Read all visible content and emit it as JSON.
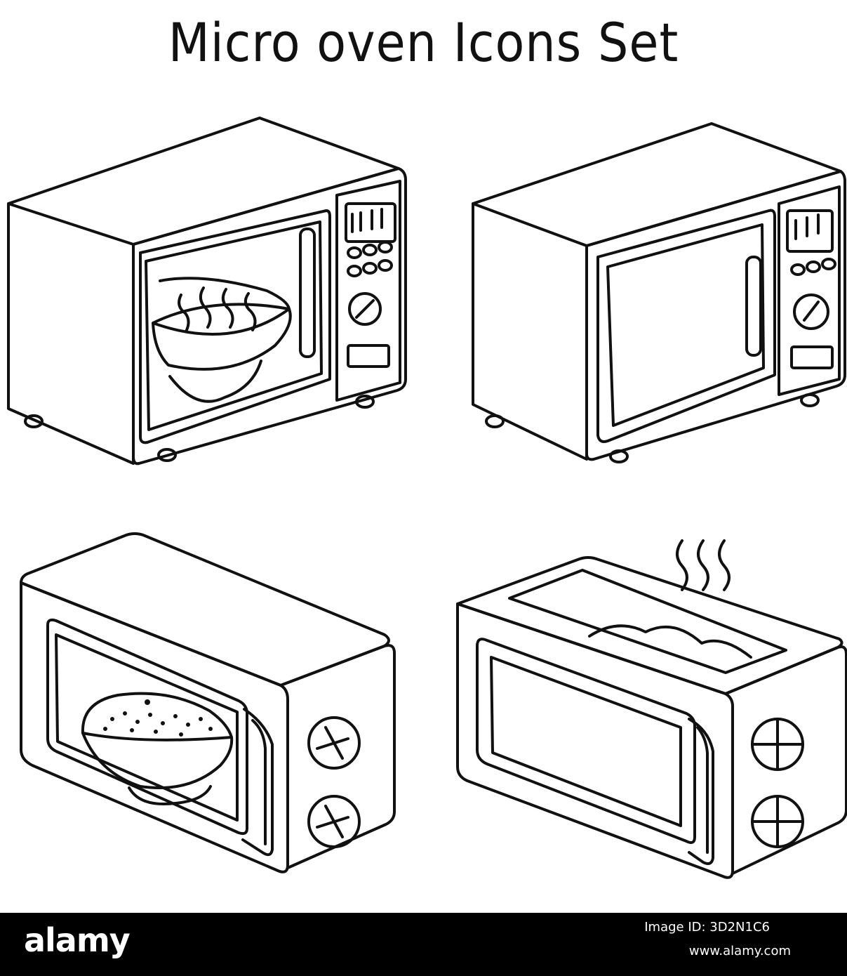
{
  "title": "Micro oven Icons Set",
  "icons": [
    {
      "name": "microwave-bowl-steam-icon"
    },
    {
      "name": "microwave-empty-icon"
    },
    {
      "name": "microwave-bowl-cereal-icon"
    },
    {
      "name": "toaster-oven-steam-icon"
    }
  ],
  "footer": {
    "brand": "alamy",
    "image_id": "Image ID: 3D2N1C6",
    "site": "www.alamy.com"
  },
  "colors": {
    "line": "#111111",
    "background": "#ffffff",
    "banner": "#000000"
  }
}
